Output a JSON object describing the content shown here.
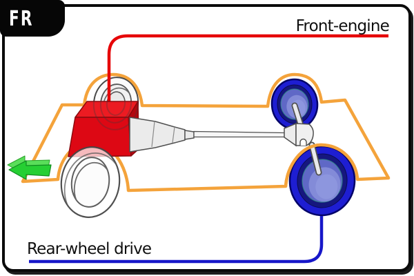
{
  "badge": {
    "label": "FR"
  },
  "annotations": {
    "front_engine": {
      "label": "Front-engine",
      "line_color": "#e60508"
    },
    "rear_wheel_drive": {
      "label": "Rear-wheel drive",
      "line_color": "#1717c9"
    }
  },
  "colors": {
    "chassis_orange": "#f4a33b",
    "engine_red": "#dd0814",
    "engine_red_top": "#ec1b22",
    "engine_red_side": "#b3070f",
    "wheel_blue_outer": "#1e1ed2",
    "wheel_blue_dark": "#16177e",
    "wheel_blue_face": "#5f68c6",
    "arrow_green": "#26cf33",
    "badge_bg": "#060606",
    "badge_text": "#ffffff",
    "label_text": "#101010"
  }
}
